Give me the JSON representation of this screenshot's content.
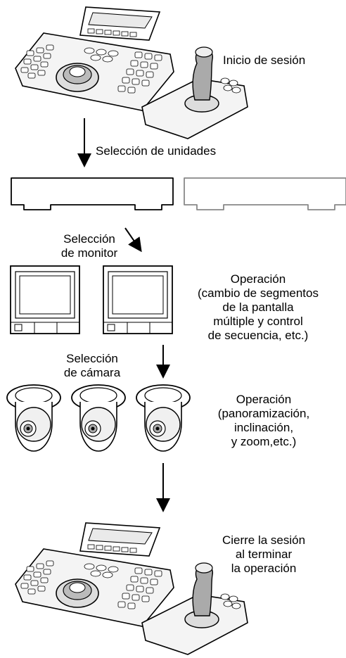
{
  "labels": {
    "login": "Inicio de sesión",
    "unit_select": "Selección de unidades",
    "monitor_select": [
      "Selección",
      "de monitor"
    ],
    "monitor_operation": [
      "Operación",
      "(cambio de segmentos",
      "de la pantalla",
      "múltiple y control",
      "de secuencia, etc.)"
    ],
    "camera_select": [
      "Selección",
      "de cámara"
    ],
    "camera_operation": [
      "Operación",
      "(panoramización,",
      "inclinación,",
      "y zoom,etc.)"
    ],
    "logout": [
      "Cierre la sesión",
      "al terminar",
      "la operación"
    ]
  },
  "colors": {
    "line": "#000000",
    "unit_active": "#000000",
    "unit_inactive": "#888888"
  }
}
